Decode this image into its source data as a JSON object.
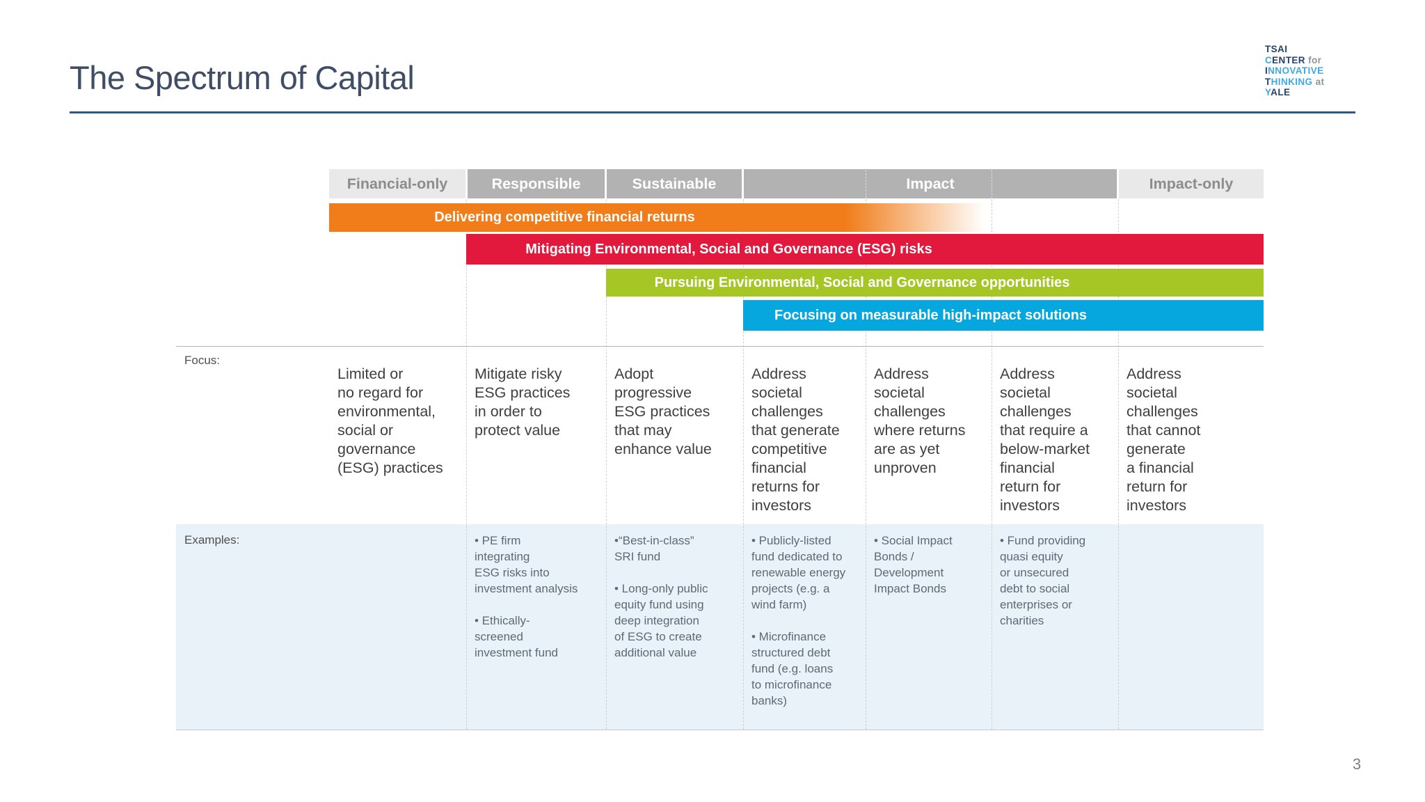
{
  "colors": {
    "title": "#3f4e66",
    "rule": "#2d5986",
    "header_dark": "#b2b2b2",
    "header_light": "#e9e9e9",
    "header_light_text": "#8c8c8c",
    "orange": "#f07d1a",
    "red": "#e2183d",
    "green": "#a6c626",
    "blue": "#06a7de",
    "focus_text": "#3f3f3f",
    "examples_bg": "#e9f1f9",
    "examples_text": "#5d6a75",
    "row_label": "#4f4f4f",
    "logo_navy": "#23406e",
    "logo_blue": "#3fa9e0",
    "logo_gray": "#8f9499",
    "page_num": "#7f7f7f"
  },
  "slide": {
    "title": "The Spectrum of Capital",
    "page_number": "3"
  },
  "logo": {
    "lines": [
      {
        "parts": [
          {
            "t": "TSAI"
          }
        ]
      },
      {
        "parts": [
          {
            "t": "C"
          },
          {
            "t": "ENTER"
          },
          {
            "t": " for"
          }
        ]
      },
      {
        "parts": [
          {
            "t": "I"
          },
          {
            "t": "NNOVATIVE"
          }
        ]
      },
      {
        "parts": [
          {
            "t": "T"
          },
          {
            "t": "HINKING"
          },
          {
            "t": " at"
          }
        ]
      },
      {
        "parts": [
          {
            "t": "Y"
          },
          {
            "t": "ALE"
          }
        ]
      }
    ]
  },
  "table": {
    "header": [
      {
        "label": "Financial-only"
      },
      {
        "label": "Responsible"
      },
      {
        "label": "Sustainable"
      },
      {
        "label": "Impact"
      },
      {
        "label": "Impact-only"
      }
    ],
    "bars": [
      {
        "label": "Delivering competitive financial returns"
      },
      {
        "label": "Mitigating Environmental, Social and Governance (ESG) risks"
      },
      {
        "label": "Pursuing Environmental, Social and Governance opportunities"
      },
      {
        "label": "Focusing on measurable high-impact solutions"
      }
    ],
    "focus": {
      "row_label": "Focus:",
      "cells": [
        "Limited or\nno regard for\nenvironmental,\nsocial or\ngovernance\n(ESG)  practices",
        "Mitigate risky\nESG practices\nin order to\nprotect value",
        "Adopt\nprogressive\nESG practices\nthat may\nenhance value",
        "Address\nsocietal\nchallenges\nthat generate\ncompetitive\nfinancial\nreturns for\ninvestors",
        "Address\nsocietal\nchallenges\nwhere returns\nare as yet\nunproven",
        "Address\nsocietal\nchallenges\nthat require a\nbelow-market\nfinancial\nreturn for\ninvestors",
        "Address\nsocietal\nchallenges\nthat cannot\ngenerate\na financial\nreturn for\ninvestors"
      ]
    },
    "examples": {
      "row_label": "Examples:",
      "cells": [
        "",
        "• PE firm\nintegrating\nESG risks into\ninvestment analysis\n\n• Ethically-\nscreened\ninvestment fund",
        "•“Best-in-class”\nSRI fund\n\n• Long-only public\nequity fund using\ndeep integration\nof ESG to create\nadditional value",
        "• Publicly-listed\nfund dedicated to\nrenewable energy\nprojects (e.g. a\nwind farm)\n\n• Microfinance\nstructured debt\nfund (e.g. loans\nto microfinance\nbanks)",
        "• Social Impact\nBonds /\nDevelopment\nImpact Bonds",
        "• Fund providing\nquasi equity\nor unsecured\ndebt to social\nenterprises or\ncharities",
        ""
      ]
    }
  }
}
